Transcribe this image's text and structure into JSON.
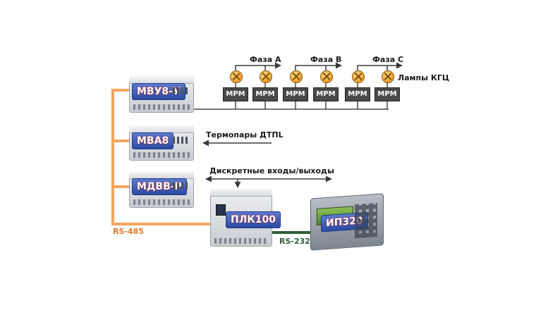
{
  "modules": {
    "mvu8": "МВУ8-У",
    "mva8": "МВА8",
    "mdvv": "МДВВ-Р",
    "plc": "ПЛК100",
    "ip": "ИП320"
  },
  "labels": {
    "phase_a": "Фаза А",
    "phase_b": "Фаза В",
    "phase_c": "Фаза С",
    "lamps": "Лампы КГЦ",
    "thermocouples": "Термопары ДТПL",
    "discrete_io": "Дискретные входы/выходы",
    "rs485": "RS-485",
    "rs232": "RS-232"
  },
  "relays": [
    "МРМ",
    "МРМ",
    "МРМ",
    "МРМ",
    "МРМ",
    "МРМ"
  ],
  "colors": {
    "rs485_line": "#f4a460",
    "rs232_line": "#2e5e3a",
    "signal_line": "#4a4a4a",
    "module_plate": "#2c4aa3",
    "plate_text_glow": "#b01818"
  },
  "icons": [
    "lamp-icon",
    "arrow-icon"
  ]
}
